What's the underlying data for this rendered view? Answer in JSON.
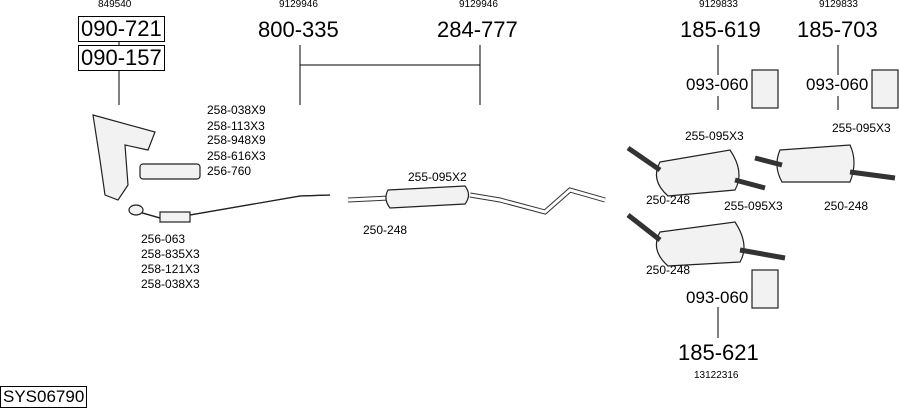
{
  "system_code": "SYS06790",
  "groups": [
    {
      "ref": "849540",
      "parts": [
        "090-721",
        "090-157"
      ]
    },
    {
      "ref": "9129946",
      "part": "800-335"
    },
    {
      "ref": "9129946",
      "part": "284-777"
    },
    {
      "ref": "9129833",
      "part": "185-619",
      "mount": "093-060"
    },
    {
      "ref": "9129833",
      "part": "185-703",
      "mount": "093-060"
    },
    {
      "ref": "13122316",
      "part": "185-621",
      "mount": "093-060"
    }
  ],
  "manifold_fittings": [
    "258-038X9",
    "258-113X3",
    "258-948X9",
    "258-616X3",
    "256-760"
  ],
  "front_pipe_fittings": [
    "256-063",
    "258-835X3",
    "258-121X3",
    "258-038X3"
  ],
  "middle_fittings": [
    "255-095X2",
    "250-248"
  ],
  "rear_fittings": {
    "a_hanger": "255-095X3",
    "a_clamp": "250-248",
    "b_hanger": "255-095X3",
    "b_clamp": "250-248",
    "c_hanger": "255-095X3",
    "c_clamp": "250-248"
  }
}
